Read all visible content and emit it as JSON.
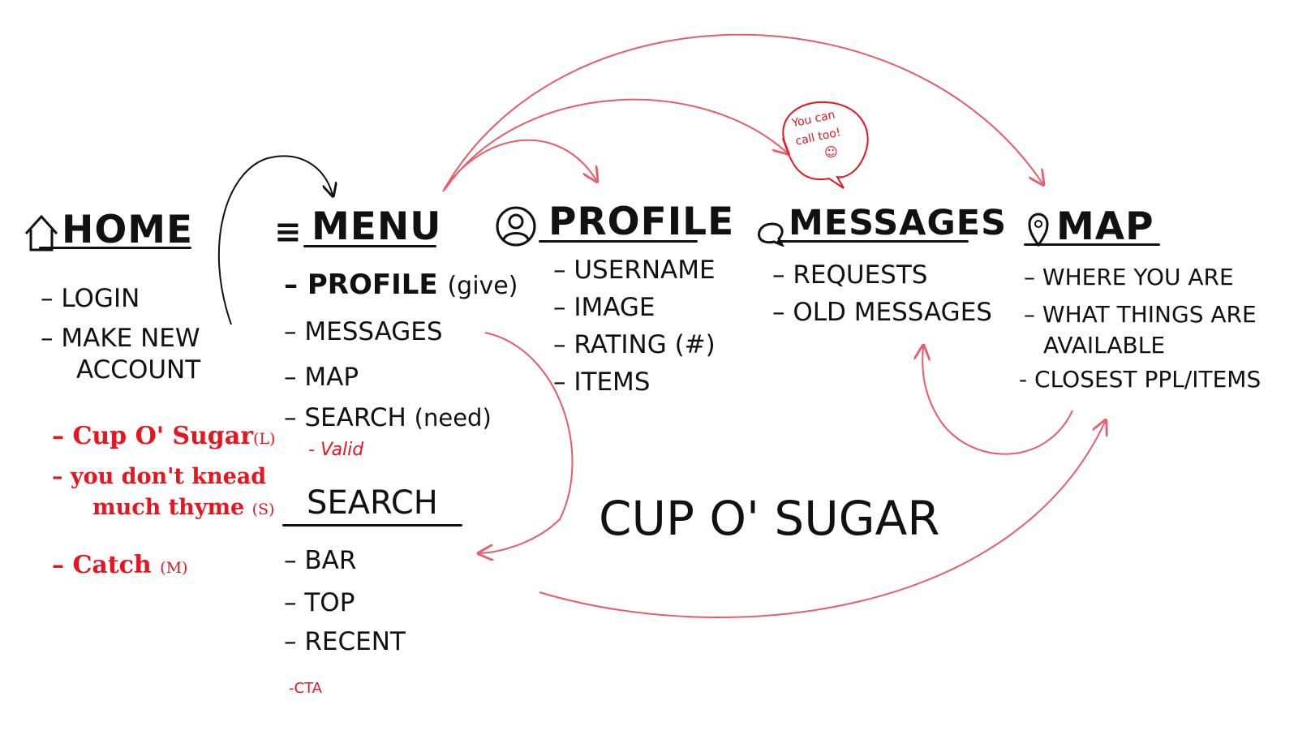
{
  "title": "CUP O' SUGAR",
  "home": {
    "title": "HOME",
    "items": [
      "LOGIN",
      "MAKE NEW",
      "ACCOUNT"
    ],
    "name_ideas": [
      {
        "name": "Cup O' Sugar",
        "note": "(L)"
      },
      {
        "name": "you don't knead",
        "name2": "much thyme",
        "note": "(S)"
      },
      {
        "name": "Catch",
        "note": "(M)"
      }
    ]
  },
  "menu": {
    "title": "MENU",
    "items": [
      {
        "label": "PROFILE",
        "note": "(give)"
      },
      {
        "label": "MESSAGES"
      },
      {
        "label": "MAP"
      },
      {
        "label": "SEARCH",
        "note": "(need)"
      }
    ],
    "annotation": "Valid"
  },
  "search": {
    "title": "SEARCH",
    "items": [
      "BAR",
      "TOP",
      "RECENT"
    ],
    "annotation": "CTA"
  },
  "profile": {
    "title": "PROFILE",
    "items": [
      "USERNAME",
      "IMAGE",
      "RATING (#)",
      "ITEMS"
    ]
  },
  "messages": {
    "title": "MESSAGES",
    "items": [
      "REQUESTS",
      "OLD MESSAGES"
    ],
    "bubble": [
      "You can",
      "call too!",
      "☺"
    ]
  },
  "map": {
    "title": "MAP",
    "items": [
      "WHERE YOU ARE",
      "WHAT THINGS ARE",
      "AVAILABLE",
      "CLOSEST PPL/ITEMS"
    ]
  },
  "icons": [
    "house-icon",
    "hamburger-icon",
    "user-circle-icon",
    "speech-bubble-icon",
    "map-pin-icon"
  ],
  "colors": {
    "ink": "#111111",
    "red_marker": "#e8141e",
    "arrow_pink": "#e85b6e"
  }
}
